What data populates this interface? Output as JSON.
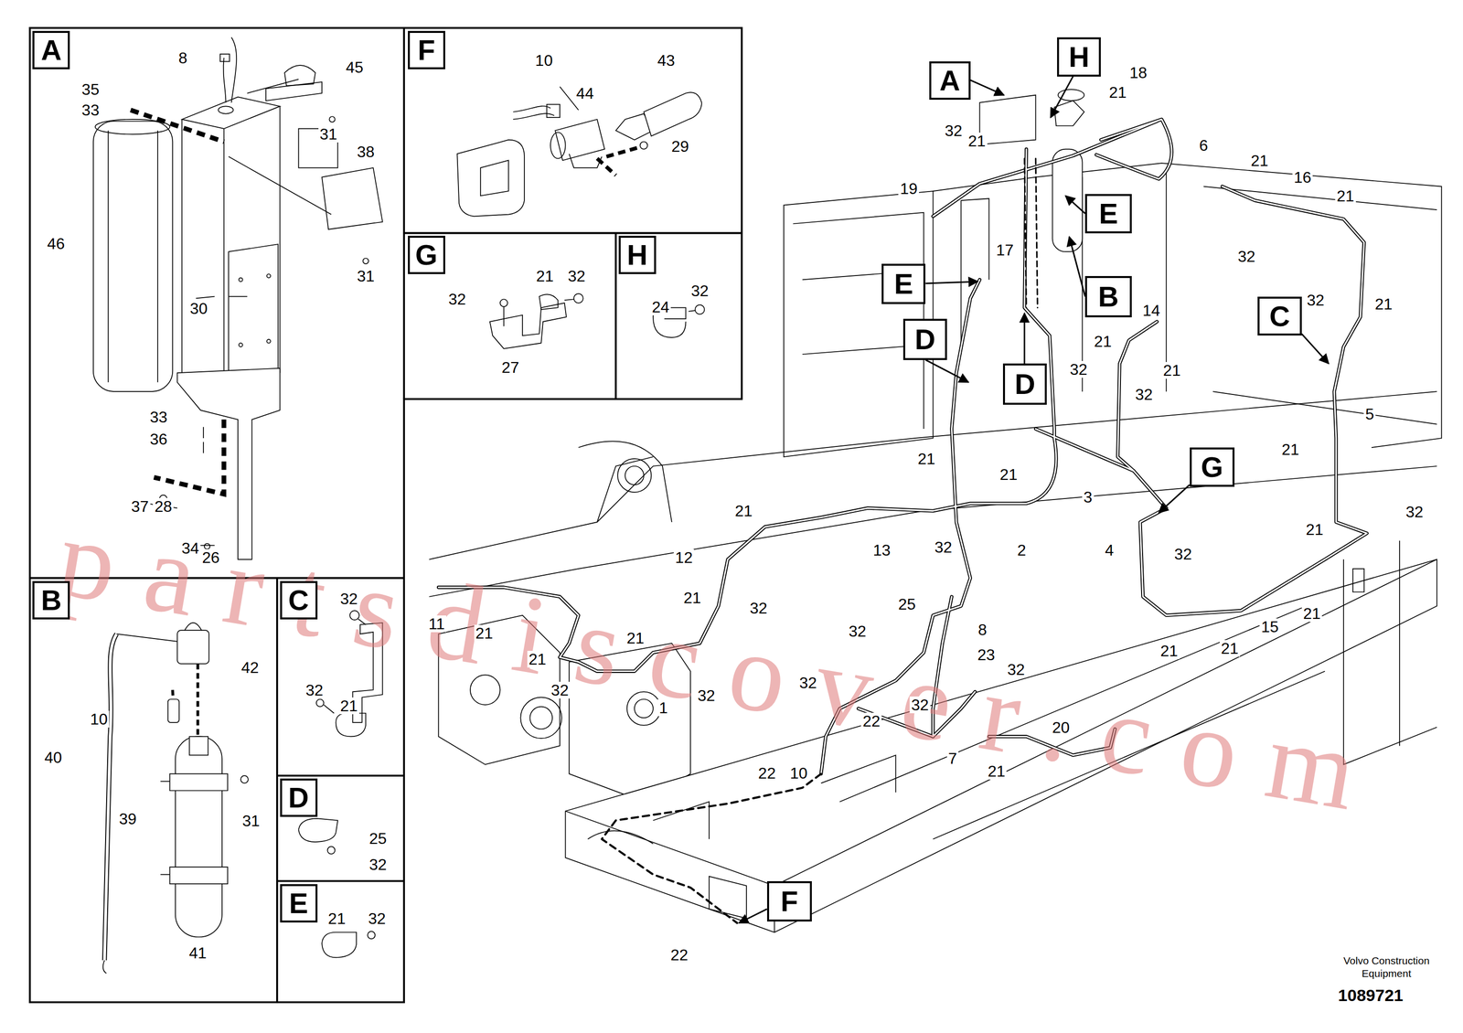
{
  "diagram": {
    "nodes": [
      {
        "text": [
          "A"
        ]
      },
      {
        "text": [
          "F"
        ]
      },
      {
        "text": [
          "G"
        ]
      },
      {
        "text": [
          "H"
        ]
      },
      {
        "text": [
          "B"
        ]
      },
      {
        "text": [
          "C"
        ]
      },
      {
        "text": [
          "D"
        ]
      },
      {
        "text": [
          "E"
        ]
      },
      {
        "text": [
          "A"
        ]
      },
      {
        "text": [
          "H"
        ]
      },
      {
        "text": [
          "E"
        ]
      },
      {
        "text": [
          "E"
        ]
      },
      {
        "text": [
          "B"
        ]
      },
      {
        "text": [
          "D"
        ]
      },
      {
        "text": [
          "D"
        ]
      },
      {
        "text": [
          "C"
        ]
      },
      {
        "text": [
          "G"
        ]
      },
      {
        "text": [
          "F"
        ]
      }
    ],
    "labels": [
      "8",
      "45",
      "35",
      "33",
      "31",
      "38",
      "46",
      "31",
      "30",
      "33",
      "36",
      "37",
      "28",
      "34",
      "26",
      "10",
      "43",
      "44",
      "29",
      "32",
      "21",
      "32",
      "27",
      "24",
      "32",
      "42",
      "10",
      "40",
      "39",
      "31",
      "41",
      "32",
      "32",
      "21",
      "25",
      "32",
      "21",
      "32",
      "18",
      "21",
      "6",
      "32",
      "21",
      "19",
      "17",
      "21",
      "16",
      "21",
      "32",
      "32",
      "21",
      "14",
      "21",
      "21",
      "32",
      "32",
      "5",
      "21",
      "21",
      "3",
      "21",
      "2",
      "4",
      "32",
      "21",
      "32",
      "21",
      "13",
      "12",
      "21",
      "11",
      "21",
      "21",
      "21",
      "32",
      "1",
      "32",
      "32",
      "32",
      "25",
      "8",
      "32",
      "23",
      "32",
      "32",
      "22",
      "7",
      "21",
      "20",
      "32",
      "22",
      "10",
      "22",
      "15",
      "21",
      "21",
      "21",
      "partsdiscover.com",
      "Volvo Construction Equipment",
      "1089721"
    ]
  }
}
